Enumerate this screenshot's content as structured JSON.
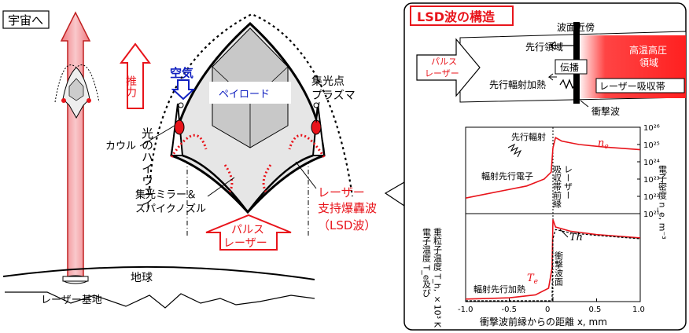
{
  "left": {
    "to_space": "宇宙へ",
    "beam_label": "光のハイウェイ",
    "earth": "地球",
    "laser_base": "レーザー基地",
    "thrust": "推力",
    "air": "空気",
    "payload": "ペイロード",
    "focus_plasma_1": "集光点",
    "focus_plasma_2": "プラズマ",
    "cowl": "カウル",
    "mirror_nozzle_1": "集光ミラー＆",
    "mirror_nozzle_2": "スパイクノズル",
    "pulse_laser_1": "パルス",
    "pulse_laser_2": "レーザー",
    "lsd_1": "レーザー",
    "lsd_2": "支持爆轟波",
    "lsd_3": "（LSD波）"
  },
  "panel": {
    "title": "LSD波の構造",
    "front_vicinity": "波面近傍",
    "precursor_region": "先行領域",
    "propagation": "伝播",
    "hot_high_pressure_1": "高温高圧",
    "hot_high_pressure_2": "領域",
    "pulse_laser_1": "パルス",
    "pulse_laser_2": "レーザー",
    "precursor_radiation_heating": "先行輻射加熱",
    "laser_absorption_zone": "レーザー吸収帯",
    "shock_wave": "衝撃波"
  },
  "chart_data": [
    {
      "type": "line",
      "xlim": [
        -1.0,
        1.0
      ],
      "ylim_log10": [
        21,
        26
      ],
      "ylabel": "電子密度 n_e, m⁻³",
      "yticks": [
        "10²¹",
        "10²²",
        "10²³",
        "10²⁴",
        "10²⁵",
        "10²⁶"
      ],
      "series": [
        {
          "name": "n_e",
          "color": "#e8141b",
          "x": [
            -1.0,
            -0.6,
            -0.3,
            -0.1,
            -0.02,
            0.0,
            0.03,
            0.1,
            0.3,
            0.6,
            1.0
          ],
          "log10_y": [
            21.9,
            22.3,
            22.6,
            23.0,
            23.4,
            24.8,
            25.4,
            25.2,
            25.0,
            24.85,
            24.7
          ]
        }
      ],
      "annotations": [
        "先行輻射",
        "輻射先行電子",
        "吸収帯前縁",
        "レーザー"
      ]
    },
    {
      "type": "line",
      "xlim": [
        -1.0,
        1.0
      ],
      "xticks": [
        "-1.0",
        "-0.5",
        "0",
        "0.5",
        "1.0"
      ],
      "xlabel": "衝撃波前縁からの距離 x, mm",
      "ylabel_1": "電子温度 T_e及び",
      "ylabel_2": "重粒子温度 T_h, ×10³ K",
      "series": [
        {
          "name": "T_e",
          "color": "#e8141b",
          "x": [
            -1.0,
            -0.5,
            -0.2,
            -0.05,
            -0.01,
            0.0,
            0.03,
            0.2,
            0.5,
            1.0
          ],
          "y": [
            0.3,
            0.45,
            0.8,
            1.6,
            4.0,
            9.8,
            8.9,
            8.4,
            8.0,
            7.6
          ]
        },
        {
          "name": "T_h",
          "color": "#000000",
          "x": [
            -1.0,
            -0.01,
            0.0,
            0.03,
            0.2,
            0.5,
            1.0
          ],
          "y": [
            0.1,
            0.1,
            7.5,
            8.6,
            8.2,
            7.9,
            7.5
          ]
        }
      ],
      "annotations": [
        "輻射先行加熱",
        "衝撃波面"
      ]
    }
  ]
}
